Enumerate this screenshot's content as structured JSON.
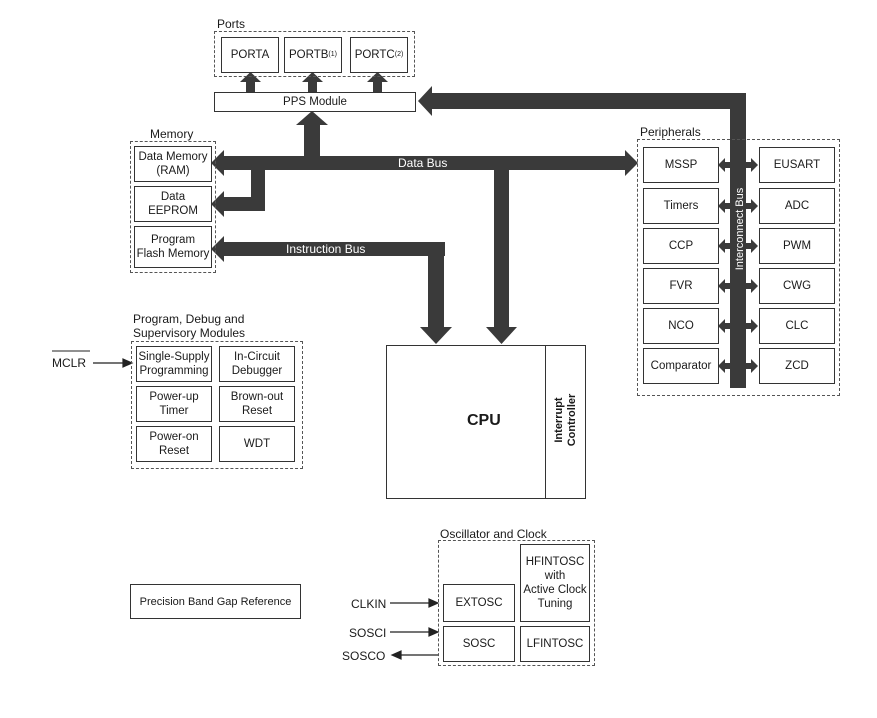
{
  "ports": {
    "label": "Ports",
    "items": [
      {
        "name": "PORTA",
        "sup": ""
      },
      {
        "name": "PORTB",
        "sup": "(1)"
      },
      {
        "name": "PORTC",
        "sup": "(2)"
      }
    ]
  },
  "pps": {
    "label": "PPS Module"
  },
  "memory": {
    "label": "Memory",
    "items": [
      "Data Memory\n(RAM)",
      "Data\nEEPROM",
      "Program\nFlash Memory"
    ]
  },
  "buses": {
    "data": "Data Bus",
    "instruction": "Instruction Bus",
    "interconnect": "Interconnect Bus"
  },
  "peripherals": {
    "label": "Peripherals",
    "left": [
      "MSSP",
      "Timers",
      "CCP",
      "FVR",
      "NCO",
      "Comparator"
    ],
    "right": [
      "EUSART",
      "ADC",
      "PWM",
      "CWG",
      "CLC",
      "ZCD"
    ]
  },
  "supervisory": {
    "label": "Program, Debug and\nSupervisory Modules",
    "items": [
      "Single-Supply\nProgramming",
      "In-Circuit\nDebugger",
      "Power-up\nTimer",
      "Brown-out\nReset",
      "Power-on\nReset",
      "WDT"
    ]
  },
  "mclr": "MCLR",
  "cpu": {
    "label": "CPU",
    "interrupt": "Interrupt\nController"
  },
  "oscillator": {
    "label": "Oscillator and Clock",
    "hfintosc": "HFINTOSC\nwith\nActive Clock\nTuning",
    "extosc": "EXTOSC",
    "sosc": "SOSC",
    "lfintosc": "LFINTOSC"
  },
  "pins": {
    "clkin": "CLKIN",
    "sosci": "SOSCI",
    "sosco": "SOSCO"
  },
  "bandgap": "Precision Band Gap Reference"
}
